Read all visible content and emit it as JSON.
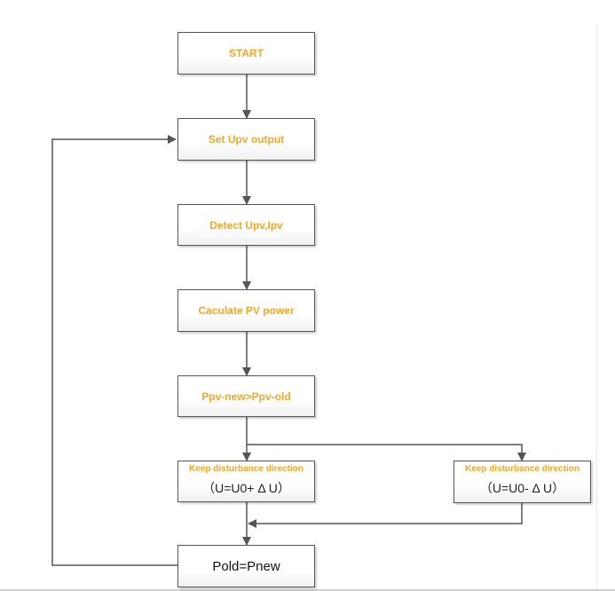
{
  "nodes": {
    "start": "START",
    "set_upv": "Set Upv output",
    "detect": "Detect Upv,Ipv",
    "calculate": "Caculate PV power",
    "decision": "Ppv-new>Ppv-old",
    "keep_left_title": "Keep disturbance direction",
    "keep_left_formula": "（U=U0+ Δ U）",
    "keep_right_title": "Keep disturbance direction",
    "keep_right_formula": "（U=U0- Δ U）",
    "update": "Pold=Pnew"
  },
  "colors": {
    "label_orange": "#f5a623",
    "border": "#555555",
    "arrow": "#555555"
  }
}
